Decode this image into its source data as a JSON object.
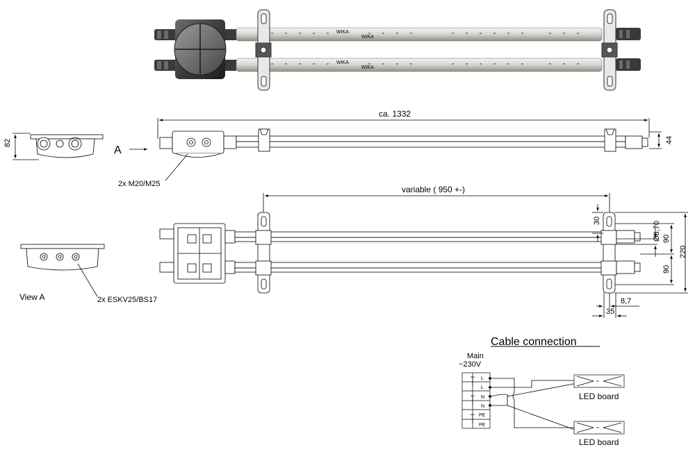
{
  "view_marker": "A",
  "view_a_label": "View A",
  "dim_overall_length": "ca. 1332",
  "dim_variable": "variable ( 950 +-)",
  "dim_side_height": "82",
  "dim_tube_height": "44",
  "dim_clamp_offset": "30",
  "dim_tube_diameter": "Ø8,70",
  "dim_spacing_upper": "90",
  "dim_spacing_lower": "90",
  "dim_total_height": "220",
  "dim_bracket_small": "8,7",
  "dim_bracket_width": "35",
  "gland_label": "2x M20/M25",
  "connector_label": "2x ESKV25/BS17",
  "cable_title": "Cable connection",
  "main_label_line1": "Main",
  "main_label_line2": "~230V",
  "terminal_labels": [
    "L",
    "L",
    "N",
    "N",
    "PE",
    "PE"
  ],
  "led_board_label_1": "LED board",
  "led_board_label_2": "LED board",
  "brand_marks": [
    "WIKA",
    "WIKA",
    "WIKA",
    "WIKA"
  ]
}
